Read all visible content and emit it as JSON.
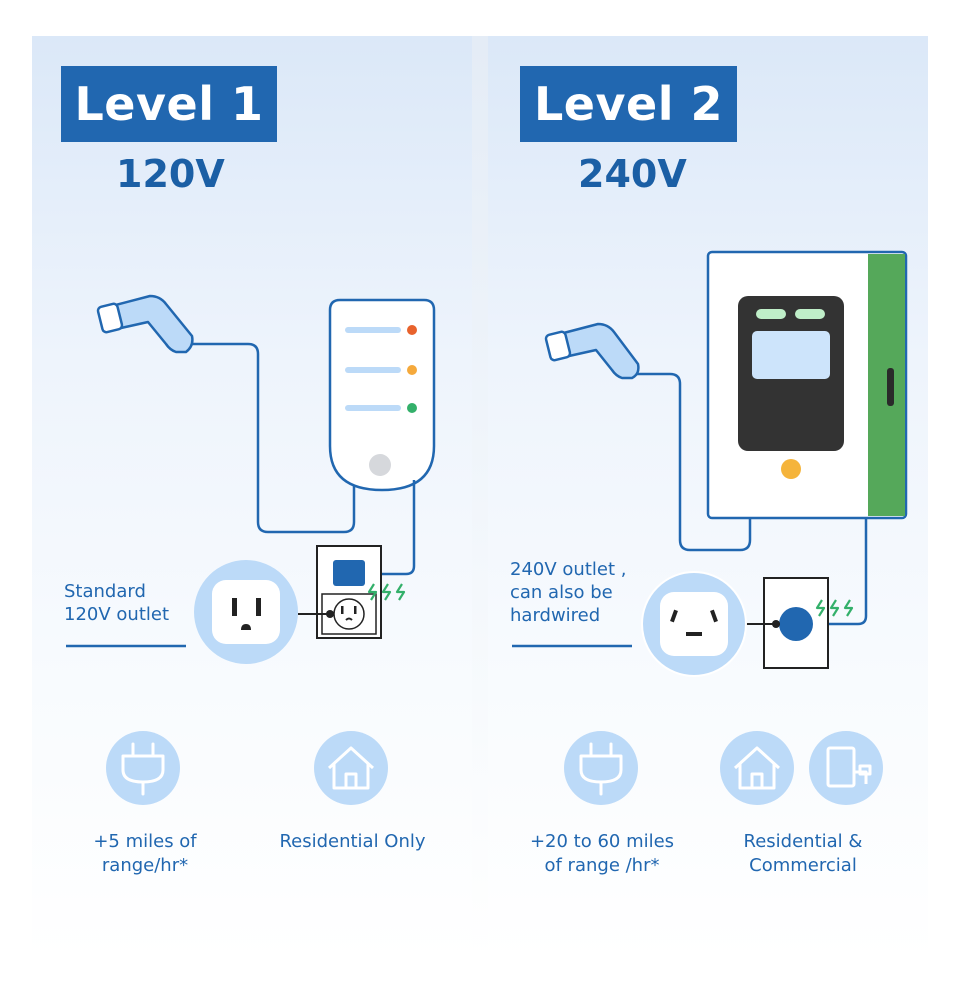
{
  "level1": {
    "title": "Level 1",
    "voltage": "120V",
    "outlet_caption_line1": "Standard",
    "outlet_caption_line2": "120V outlet",
    "range_line1": "+5 miles of",
    "range_line2": "range/hr*",
    "use": "Residential Only",
    "icons": [
      "plug-icon",
      "house-icon"
    ]
  },
  "level2": {
    "title": "Level 2",
    "voltage": "240V",
    "outlet_caption_line1": "240V outlet ,",
    "outlet_caption_line2": "can also be",
    "outlet_caption_line3": "hardwired",
    "range_line1": "+20 to 60 miles",
    "range_line2": "of range /hr*",
    "use_line1": "Residential &",
    "use_line2": "Commercial",
    "icons": [
      "plug-icon",
      "house-icon",
      "commercial-charger-icon"
    ]
  },
  "colors": {
    "brand_blue": "#2167b0",
    "light_blue": "#bcdaf8",
    "charger_green": "#55a85a",
    "led_red": "#e8622c",
    "led_orange": "#f5a93b",
    "led_green": "#33b06a"
  }
}
